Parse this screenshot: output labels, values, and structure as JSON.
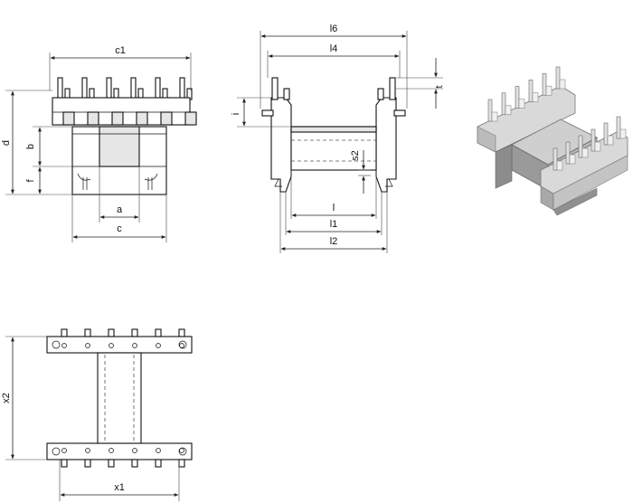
{
  "dimensions": {
    "c1": "c1",
    "d": "d",
    "b": "b",
    "f": "f",
    "a": "a",
    "c": "c",
    "l6": "l6",
    "l4": "l4",
    "t": "t",
    "i": "i",
    "s2": "s2",
    "l": "l",
    "l1": "l1",
    "l2": "l2",
    "x2": "x2",
    "x1": "x1"
  }
}
